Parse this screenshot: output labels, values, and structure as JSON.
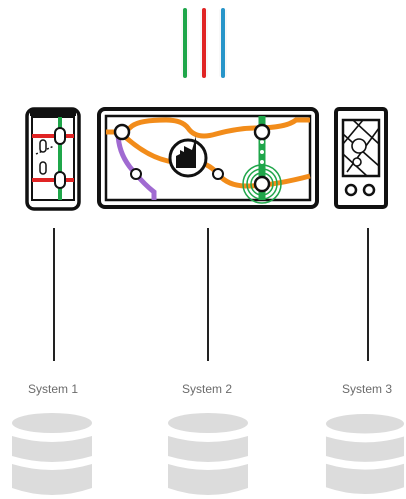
{
  "systems": [
    {
      "label": "System 1"
    },
    {
      "label": "System 2"
    },
    {
      "label": "System 3"
    }
  ],
  "colors": {
    "stroke": "#111111",
    "green": "#1fa64a",
    "red": "#e02424",
    "blue": "#2795c9",
    "orange": "#f28c1a",
    "purple": "#a06ad1",
    "database": "#dcdcdc",
    "label": "#6b6b6b"
  },
  "icons": [
    "transit-lines-icon",
    "phone-map-icon",
    "wide-screen-map-icon",
    "ticket-machine-icon",
    "database-icon"
  ]
}
